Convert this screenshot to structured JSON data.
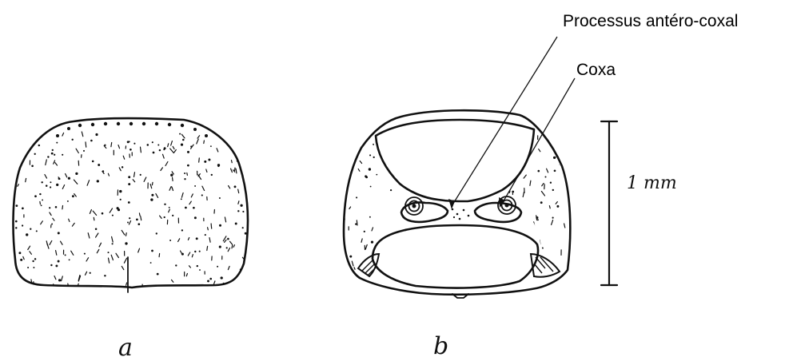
{
  "labels": {
    "processus": "Processus antéro-coxal",
    "coxa": "Coxa",
    "scale": "1 mm",
    "figure_a": "a",
    "figure_b": "b"
  },
  "colors": {
    "ink": "#111111",
    "background": "#ffffff"
  }
}
